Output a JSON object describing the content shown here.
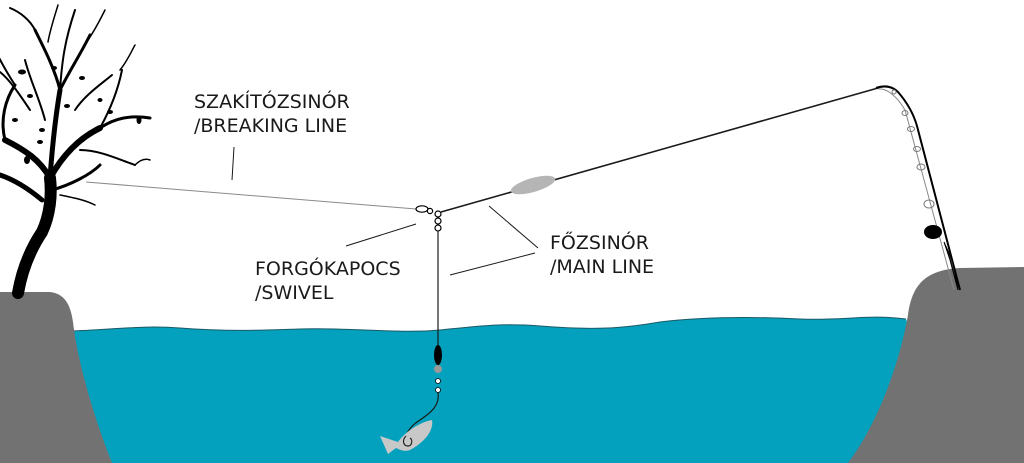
{
  "title": "Fishing rig diagram with breaking line",
  "labels": {
    "breaking_line": {
      "hu": "SZAKÍTÓZSINÓR",
      "en": "/BREAKING LINE"
    },
    "swivel": {
      "hu": "FORGÓKAPOCS",
      "en": "/SWIVEL"
    },
    "main_line": {
      "hu": "FŐZSINÓR",
      "en": "/MAIN LINE"
    }
  },
  "colors": {
    "water": "#03a1bd",
    "bank": "#727272",
    "line": "#1a1a1a",
    "breaking_line": "#8a8a8a",
    "float": "#b5b5b5",
    "fish": "#c8c8c8",
    "tree": "#000000"
  }
}
